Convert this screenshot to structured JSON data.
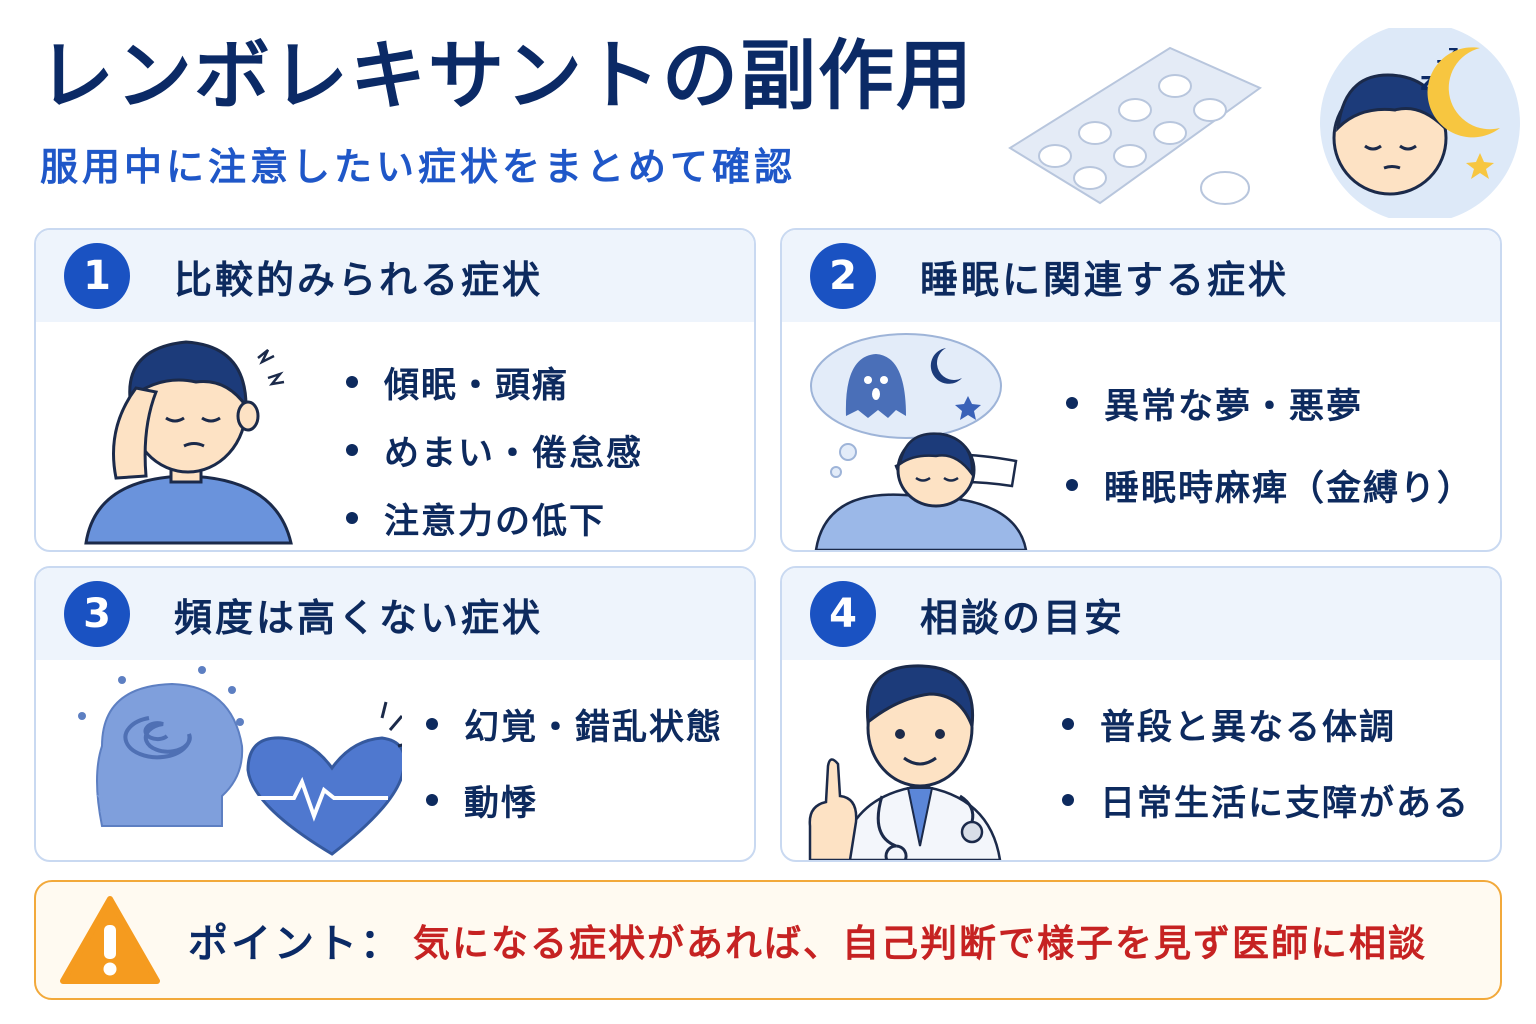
{
  "header": {
    "title": "レンボレキサントの副作用",
    "subtitle": "服用中に注意したい症状をまとめて確認"
  },
  "cards": [
    {
      "number": "1",
      "title": "比較的みられる症状",
      "items": [
        "傾眠・頭痛",
        "めまい・倦怠感",
        "注意力の低下"
      ]
    },
    {
      "number": "2",
      "title": "睡眠に関連する症状",
      "items": [
        "異常な夢・悪夢",
        "睡眠時麻痺（金縛り）"
      ]
    },
    {
      "number": "3",
      "title": "頻度は高くない症状",
      "items": [
        "幻覚・錯乱状態",
        "動悸"
      ]
    },
    {
      "number": "4",
      "title": "相談の目安",
      "items": [
        "普段と異なる体調",
        "日常生活に支障がある"
      ]
    }
  ],
  "point": {
    "label": "ポイント：",
    "text": "気になる症状があれば、自己判断で様子を見ず医師に相談"
  },
  "icons": {
    "hero": "pill-blister-sleeping-person-illustration",
    "card1": "headache-person-illustration",
    "card2": "nightmare-sleeping-person-illustration",
    "card3": "head-spiral-and-heart-pulse-illustration",
    "card4": "doctor-pointing-illustration",
    "point": "warning-icon"
  },
  "colors": {
    "title": "#0b2a66",
    "subtitle": "#1f57c8",
    "number_badge": "#1a52c2",
    "card_header_bg": "#eef4fc",
    "point_border": "#f2a93b",
    "point_text": "#c62222"
  }
}
